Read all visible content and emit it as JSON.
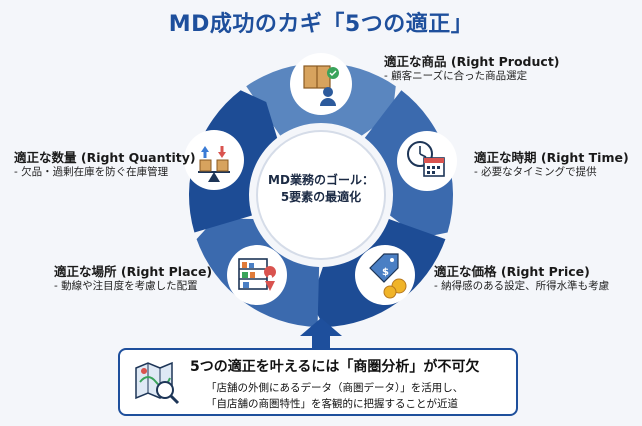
{
  "title": "MD成功のカギ「5つの適正」",
  "center": {
    "line1": "MD業務のゴール：",
    "line2": "5要素の最適化"
  },
  "elements": [
    {
      "id": "product",
      "head": "適正な商品 (Right Product)",
      "sub": "- 顧客ニーズに合った商品選定",
      "icon": "box-user-icon"
    },
    {
      "id": "time",
      "head": "適正な時期 (Right Time)",
      "sub": "- 必要なタイミングで提供",
      "icon": "clock-calendar-icon"
    },
    {
      "id": "price",
      "head": "適正な価格 (Right Price)",
      "sub": "- 納得感のある設定、所得水準も考慮",
      "icon": "price-tag-coins-icon"
    },
    {
      "id": "place",
      "head": "適正な場所 (Right Place)",
      "sub": "- 動線や注目度を考慮した配置",
      "icon": "shelf-pin-icon"
    },
    {
      "id": "quantity",
      "head": "適正な数量 (Right Quantity)",
      "sub": "- 欠品・過剰在庫を防ぐ在庫管理",
      "icon": "balance-boxes-icon"
    }
  ],
  "callout": {
    "title": "5つの適正を叶えるには「商圏分析」が不可欠",
    "line1": "「店舗の外側にあるデータ（商圏データ）」を活用し、",
    "line2": "「自店舗の商圏特性」を客観的に把握することが近道",
    "icon": "map-magnifier-icon"
  },
  "colors": {
    "accent": "#1e4f9c",
    "segment_dark": "#1d4c95",
    "segment_mid": "#3b6aae",
    "segment_light": "#5a86bf"
  }
}
